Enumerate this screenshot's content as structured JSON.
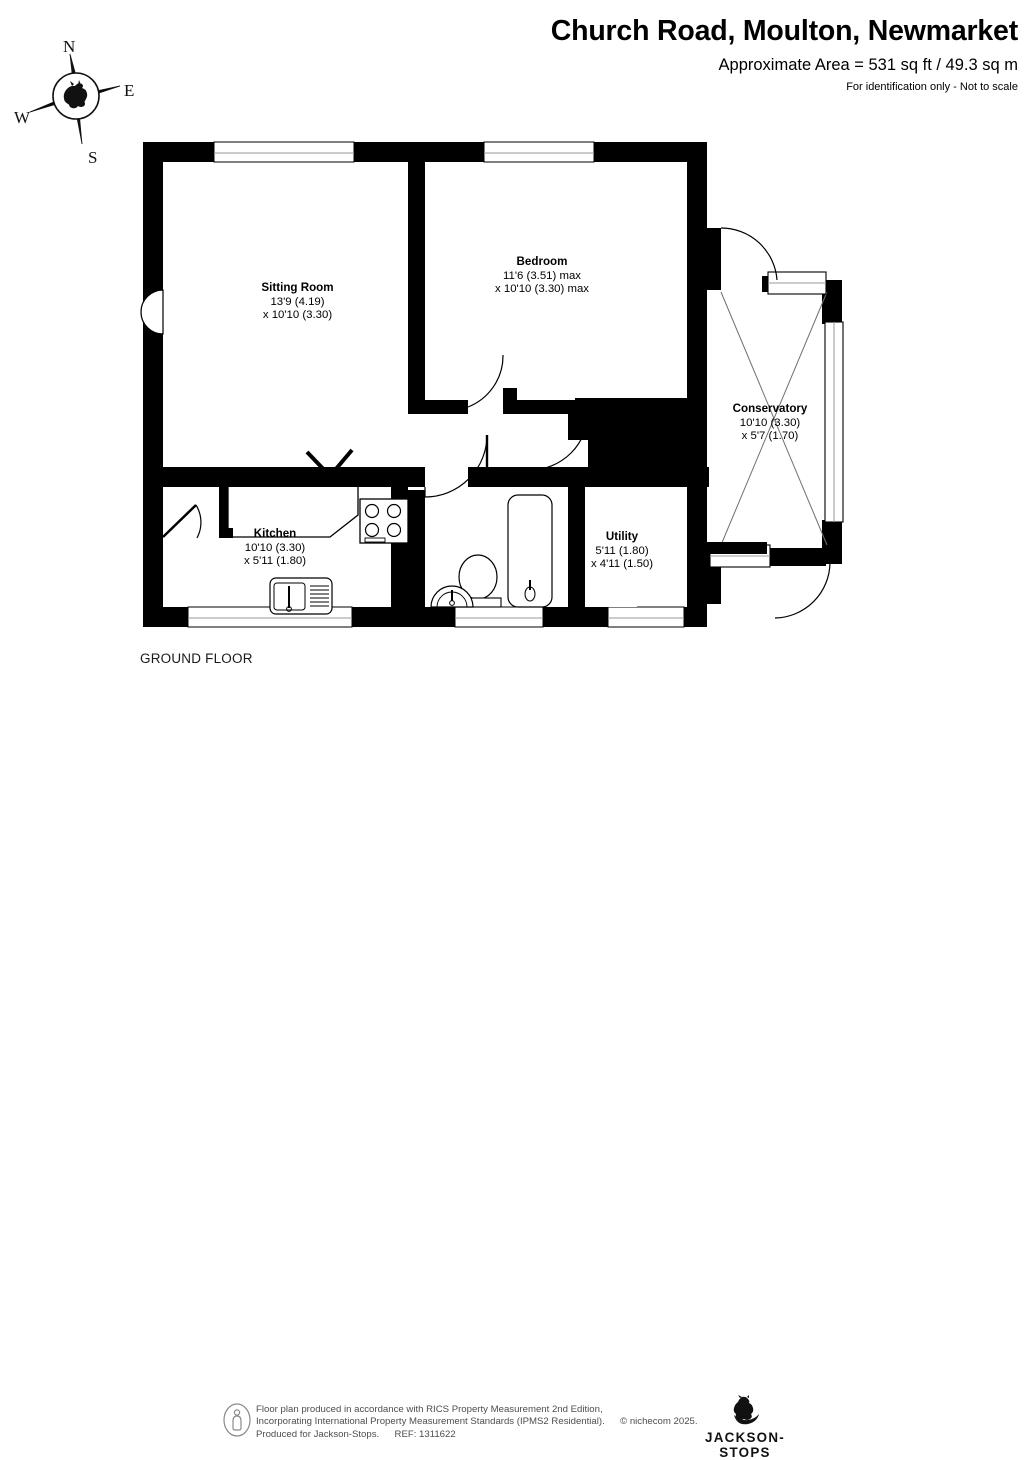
{
  "header": {
    "title": "Church Road, Moulton, Newmarket",
    "area": "Approximate Area = 531 sq ft / 49.3 sq m",
    "identification": "For identification only - Not to scale"
  },
  "compass": {
    "north": "N",
    "east": "E",
    "south": "S",
    "west": "W",
    "emblem": "horse-emblem"
  },
  "plan": {
    "floor_label": "GROUND FLOOR",
    "rooms": [
      {
        "key": "sitting_room",
        "name": "Sitting Room",
        "dim1": "13'9 (4.19)",
        "dim2": "x 10'10 (3.30)"
      },
      {
        "key": "bedroom",
        "name": "Bedroom",
        "dim1": "11'6 (3.51) max",
        "dim2": "x 10'10 (3.30) max"
      },
      {
        "key": "conservatory",
        "name": "Conservatory",
        "dim1": "10'10 (3.30)",
        "dim2": "x 5'7 (1.70)"
      },
      {
        "key": "kitchen",
        "name": "Kitchen",
        "dim1": "10'10 (3.30)",
        "dim2": "x 5'11 (1.80)"
      },
      {
        "key": "utility",
        "name": "Utility",
        "dim1": "5'11 (1.80)",
        "dim2": "x 4'11 (1.50)"
      }
    ],
    "fixtures": [
      "hob-icon",
      "sink-icon",
      "bath-icon",
      "wc-icon",
      "basin-icon",
      "washing-machine-icon",
      "fireplace-recess"
    ],
    "colors": {
      "wall": "#000000",
      "room_fill": "#ffffff",
      "line": "#000000"
    }
  },
  "footer": {
    "line1": "Floor plan produced in accordance with RICS Property Measurement 2nd Edition,",
    "line2a": "Incorporating International Property Measurement Standards (IPMS2 Residential).",
    "line2b": "© nichecom 2025.",
    "line3a": "Produced for Jackson-Stops.",
    "line3b": "REF:  1311622",
    "icon": "person-info-icon",
    "brand_name": "JACKSON-STOPS",
    "brand_mark": "jockey-horse-emblem"
  }
}
